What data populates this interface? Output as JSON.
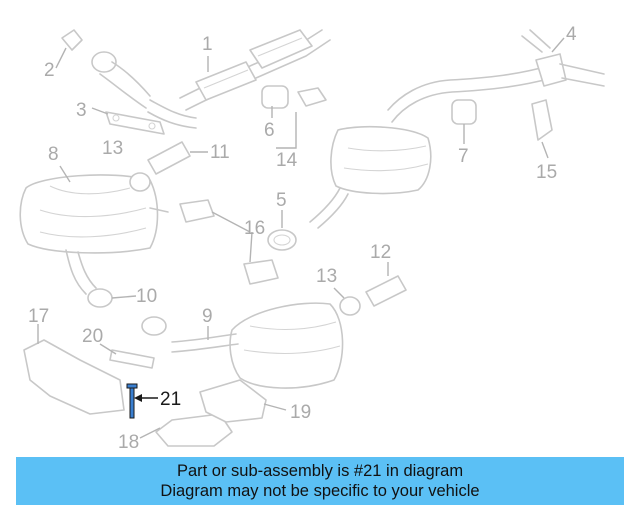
{
  "diagram": {
    "callouts": [
      {
        "num": "1"
      },
      {
        "num": "2"
      },
      {
        "num": "3"
      },
      {
        "num": "4"
      },
      {
        "num": "5"
      },
      {
        "num": "6"
      },
      {
        "num": "7"
      },
      {
        "num": "8"
      },
      {
        "num": "9"
      },
      {
        "num": "10"
      },
      {
        "num": "11"
      },
      {
        "num": "12"
      },
      {
        "num": "13"
      },
      {
        "num": "14"
      },
      {
        "num": "15"
      },
      {
        "num": "16"
      },
      {
        "num": "17"
      },
      {
        "num": "18"
      },
      {
        "num": "19"
      },
      {
        "num": "20"
      },
      {
        "num": "21"
      }
    ],
    "highlighted_callout": "21",
    "colors": {
      "part_outline": "#c8c8c8",
      "callout_text": "#aaaaaa",
      "highlight": "#1a1a1a",
      "highlight_part": "#3a7fd0",
      "banner_background": "#5bc0f5"
    }
  },
  "banner": {
    "line1": "Part or sub-assembly is #21 in diagram",
    "line2": "Diagram may not be specific to your vehicle"
  }
}
